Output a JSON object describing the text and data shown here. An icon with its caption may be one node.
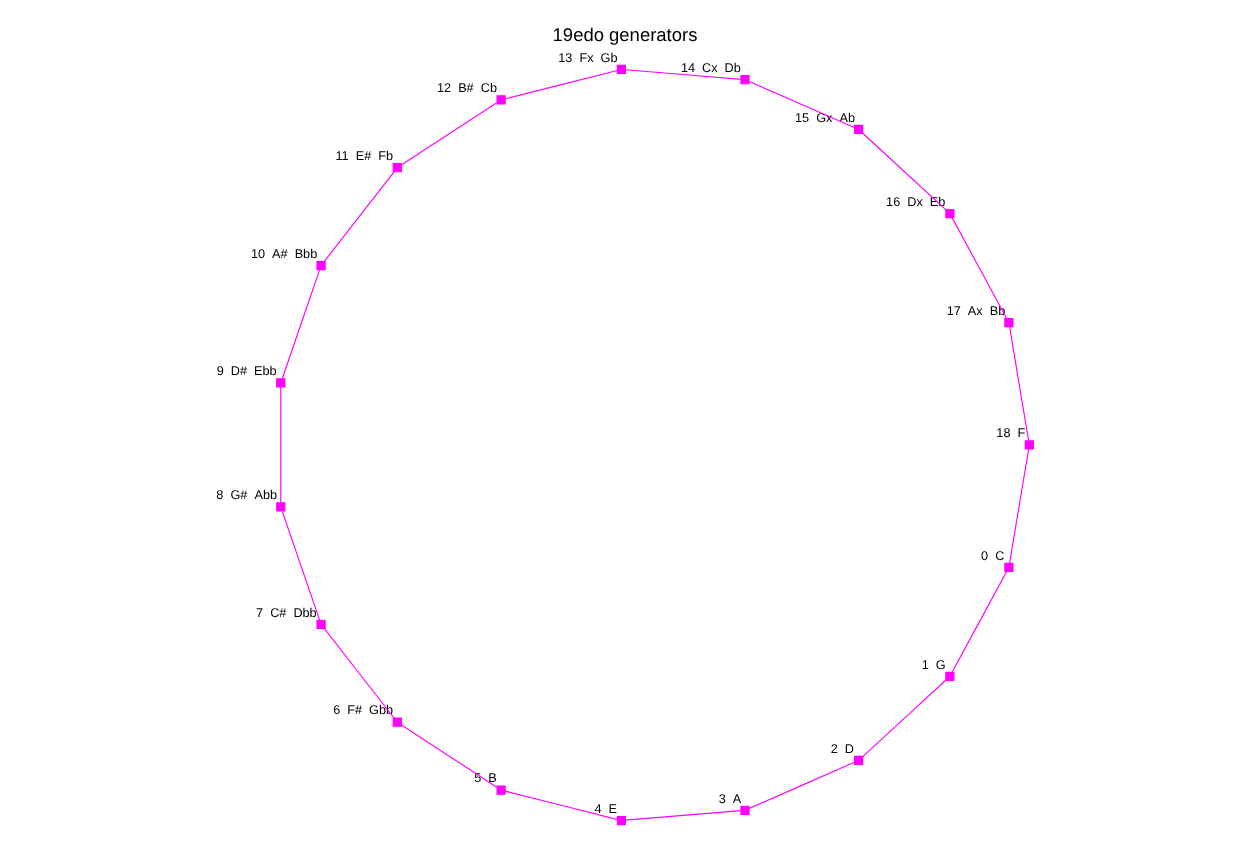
{
  "diagram": {
    "title": "19edo generators",
    "nodes": [
      {
        "text": [],
        "shape": "box",
        "beside": [
          "0",
          "C"
        ]
      },
      {
        "text": [],
        "shape": "box",
        "beside": [
          "1",
          "G"
        ]
      },
      {
        "text": [],
        "shape": "box",
        "beside": [
          "2",
          "D"
        ]
      },
      {
        "text": [],
        "shape": "box",
        "beside": [
          "3",
          "A"
        ]
      },
      {
        "text": [],
        "shape": "box",
        "beside": [
          "4",
          "E"
        ]
      },
      {
        "text": [],
        "shape": "box",
        "beside": [
          "5",
          "B"
        ]
      },
      {
        "text": [],
        "shape": "box",
        "beside": [
          "6",
          "F#",
          "Gbb"
        ]
      },
      {
        "text": [],
        "shape": "box",
        "beside": [
          "7",
          "C#",
          "Dbb"
        ]
      },
      {
        "text": [],
        "shape": "box",
        "beside": [
          "8",
          "G#",
          "Abb"
        ]
      },
      {
        "text": [],
        "shape": "box",
        "beside": [
          "9",
          "D#",
          "Ebb"
        ]
      },
      {
        "text": [],
        "shape": "box",
        "beside": [
          "10",
          "A#",
          "Bbb"
        ]
      },
      {
        "text": [],
        "shape": "box",
        "beside": [
          "11",
          "E#",
          "Fb"
        ]
      },
      {
        "text": [],
        "shape": "box",
        "beside": [
          "12",
          "B#",
          "Cb"
        ]
      },
      {
        "text": [],
        "shape": "box",
        "beside": [
          "13",
          "Fx",
          "Gb"
        ]
      },
      {
        "text": [],
        "shape": "box",
        "beside": [
          "14",
          "Cx",
          "Db"
        ]
      },
      {
        "text": [],
        "shape": "box",
        "beside": [
          "15",
          "Gx",
          "Ab"
        ]
      },
      {
        "text": [],
        "shape": "box",
        "beside": [
          "16",
          "Dx",
          "Eb"
        ]
      },
      {
        "text": [],
        "shape": "box",
        "beside": [
          "17",
          "Ax",
          "Bb"
        ]
      },
      {
        "text": [],
        "shape": "box",
        "beside": [
          "18",
          "F"
        ]
      }
    ],
    "edges": [
      {
        "from": 0,
        "to": 1,
        "arrow": "none",
        "color": "#ff00ff"
      },
      {
        "from": 1,
        "to": 2,
        "arrow": "none",
        "color": "#ff00ff"
      },
      {
        "from": 2,
        "to": 3,
        "arrow": "none",
        "color": "#ff00ff"
      },
      {
        "from": 3,
        "to": 4,
        "arrow": "none",
        "color": "#ff00ff"
      },
      {
        "from": 4,
        "to": 5,
        "arrow": "none",
        "color": "#ff00ff"
      },
      {
        "from": 5,
        "to": 6,
        "arrow": "none",
        "color": "#ff00ff"
      },
      {
        "from": 6,
        "to": 7,
        "arrow": "none",
        "color": "#ff00ff"
      },
      {
        "from": 7,
        "to": 8,
        "arrow": "none",
        "color": "#ff00ff"
      },
      {
        "from": 8,
        "to": 9,
        "arrow": "none",
        "color": "#ff00ff"
      },
      {
        "from": 9,
        "to": 10,
        "arrow": "none",
        "color": "#ff00ff"
      },
      {
        "from": 10,
        "to": 11,
        "arrow": "none",
        "color": "#ff00ff"
      },
      {
        "from": 11,
        "to": 12,
        "arrow": "none",
        "color": "#ff00ff"
      },
      {
        "from": 12,
        "to": 13,
        "arrow": "none",
        "color": "#ff00ff"
      },
      {
        "from": 13,
        "to": 14,
        "arrow": "none",
        "color": "#ff00ff"
      },
      {
        "from": 14,
        "to": 15,
        "arrow": "none",
        "color": "#ff00ff"
      },
      {
        "from": 15,
        "to": 16,
        "arrow": "none",
        "color": "#ff00ff"
      },
      {
        "from": 16,
        "to": 17,
        "arrow": "none",
        "color": "#ff00ff"
      },
      {
        "from": 17,
        "to": 18,
        "arrow": "none",
        "color": "#ff00ff"
      },
      {
        "from": 18,
        "to": 0,
        "arrow": "none",
        "color": "#ff00ff"
      }
    ]
  }
}
